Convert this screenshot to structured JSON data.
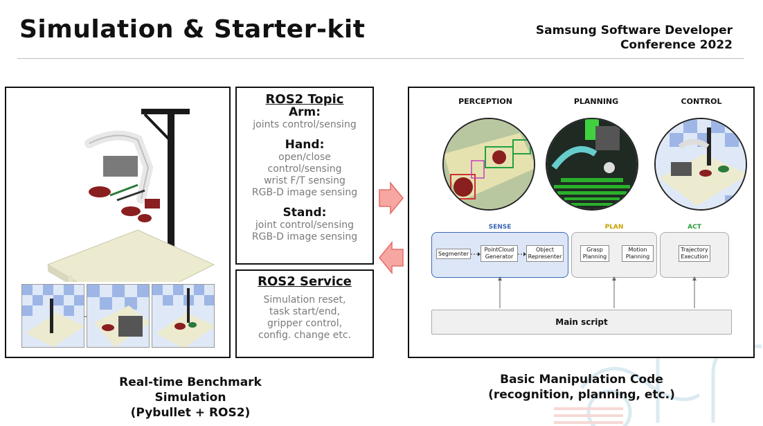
{
  "slide": {
    "title": "Simulation & Starter-kit",
    "conference_line1": "Samsung Software Developer",
    "conference_line2": "Conference 2022"
  },
  "ros2_topic": {
    "heading": "ROS2 Topic",
    "arm_label": "Arm:",
    "arm_items": [
      "joints control/sensing"
    ],
    "hand_label": "Hand:",
    "hand_items": [
      "open/close",
      "control/sensing",
      "wrist F/T sensing",
      "RGB-D image sensing"
    ],
    "stand_label": "Stand:",
    "stand_items": [
      "joint control/sensing",
      "RGB-D image sensing"
    ]
  },
  "ros2_service": {
    "heading": "ROS2 Service",
    "items": [
      "Simulation reset,",
      "task start/end,",
      "gripper control,",
      "config. change etc."
    ]
  },
  "pipeline": {
    "stages": [
      "PERCEPTION",
      "PLANNING",
      "CONTROL"
    ],
    "sense_label": "SENSE",
    "plan_label": "PLAN",
    "act_label": "ACT",
    "sense_modules": [
      "Segmenter",
      "PointCloud Generator",
      "Object Representer"
    ],
    "plan_modules": [
      "Grasp Planning",
      "Motion Planning"
    ],
    "act_modules": [
      "Trajectory Execution"
    ],
    "main_script": "Main script"
  },
  "captions": {
    "left_line1": "Real-time Benchmark",
    "left_line2": "Simulation",
    "left_line3": "(Pybullet + ROS2)",
    "right_line1": "Basic Manipulation Code",
    "right_line2": "(recognition, planning, etc.)"
  },
  "colors": {
    "sense_blue": "#3a66b5",
    "plan_gold": "#c9a000",
    "act_green": "#2e9a3a",
    "arrow_pink": "#f7a7a2",
    "arrow_border": "#e76a66"
  }
}
